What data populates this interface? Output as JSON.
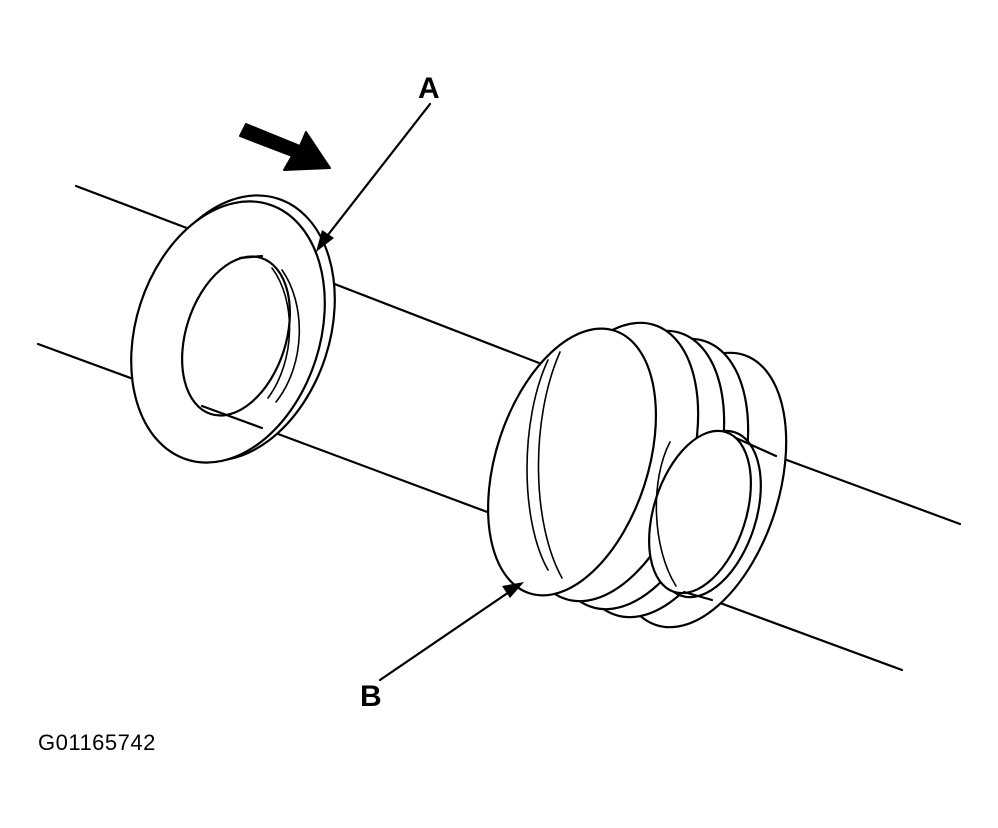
{
  "diagram": {
    "callouts": [
      {
        "id": "A",
        "text": "A"
      },
      {
        "id": "B",
        "text": "B"
      }
    ],
    "figure_id": "G01165742",
    "colors": {
      "ink": "#000000",
      "paper": "#ffffff"
    },
    "icons": [
      "direction-arrow-icon"
    ]
  }
}
